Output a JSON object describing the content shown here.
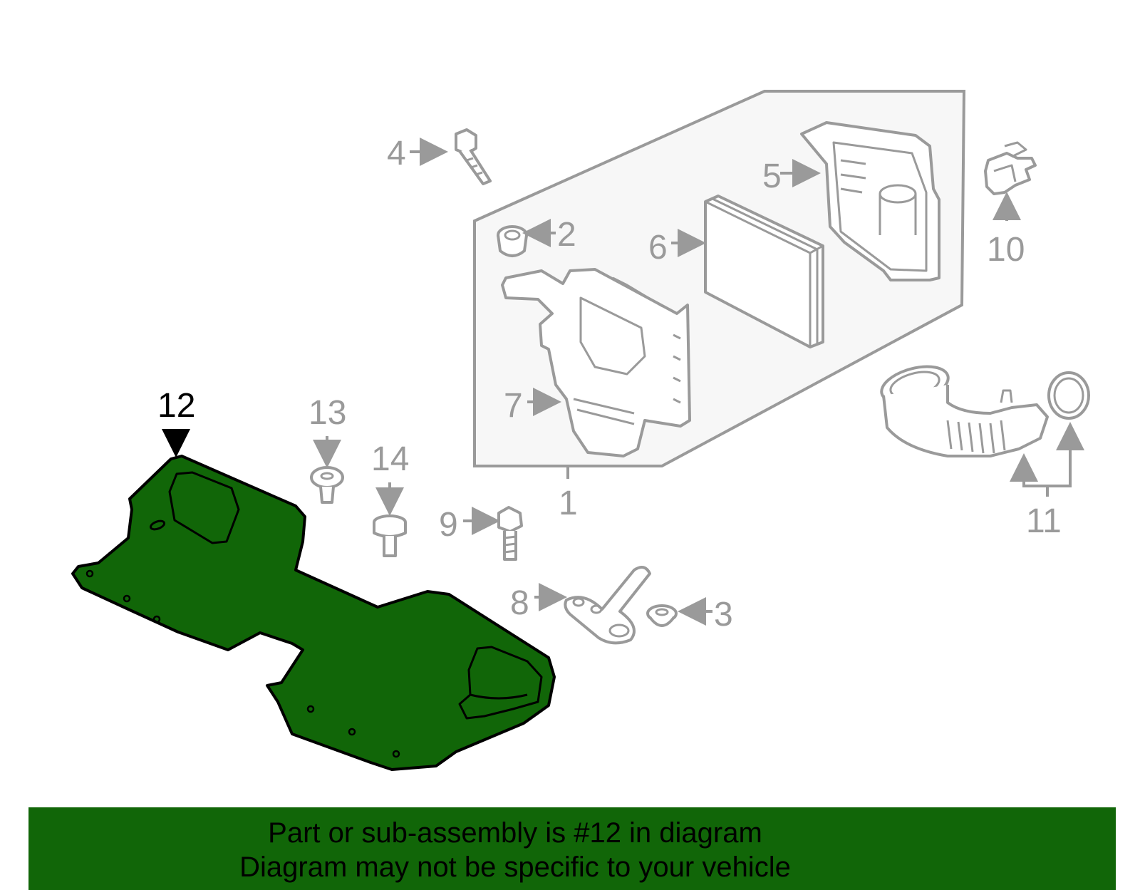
{
  "diagram": {
    "callouts": [
      "1",
      "2",
      "3",
      "4",
      "5",
      "6",
      "7",
      "8",
      "9",
      "10",
      "11",
      "12",
      "13",
      "14"
    ],
    "highlighted_part": "12",
    "colors": {
      "highlight": "#116608",
      "outline_gray": "#9a9a9a",
      "assembly_box_fill": "#f7f7f7"
    }
  },
  "banner": {
    "line1": "Part or sub-assembly is #12 in diagram",
    "line2": "Diagram may not be specific to your vehicle"
  }
}
